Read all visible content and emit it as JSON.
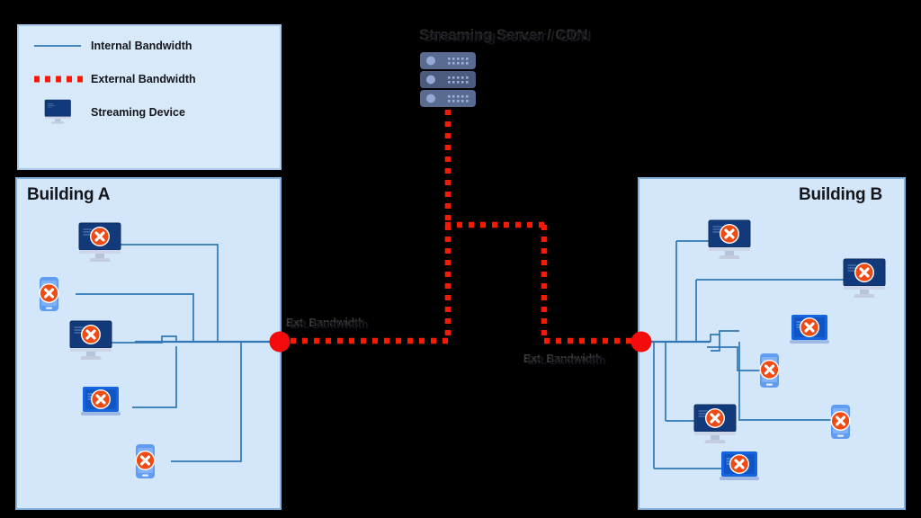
{
  "diagram": {
    "title": "Streaming bandwidth topology between two buildings",
    "colors": {
      "building_fill": "#d4e6f9",
      "building_border": "#7fb0de",
      "legend_fill": "#d8e9fa",
      "legend_border": "#a9c9e8",
      "internal_line": "#2f78b5",
      "external_line": "#f91a05",
      "node_red": "#f40b0b",
      "device_navy": "#123a7a",
      "device_blue": "#1565e0",
      "phone_blue": "#5f9cf2",
      "badge_orange": "#ee4b15",
      "server_slate": "#5a6b92",
      "background": "#000000"
    },
    "legend": {
      "items": [
        {
          "label": "Internal Bandwidth",
          "symbol": "solid-line",
          "color": "#2f78b5"
        },
        {
          "label": "External Bandwidth",
          "symbol": "dotted-line",
          "color": "#f91a05"
        },
        {
          "label": "Streaming Device",
          "symbol": "monitor-icon",
          "color": "#123a7a"
        }
      ]
    },
    "server": {
      "title": "Streaming Server / CDN",
      "icon": "server-rack-icon",
      "units": 3
    },
    "buildings": [
      {
        "id": "a",
        "title": "Building A",
        "edge_label": "Ext. Bandwidth",
        "devices": [
          {
            "type": "desktop",
            "status": "offline"
          },
          {
            "type": "phone",
            "status": "offline"
          },
          {
            "type": "desktop",
            "status": "offline"
          },
          {
            "type": "laptop",
            "status": "offline"
          },
          {
            "type": "phone",
            "status": "offline"
          }
        ]
      },
      {
        "id": "b",
        "title": "Building B",
        "edge_label": "Ext. Bandwidth",
        "devices": [
          {
            "type": "desktop",
            "status": "offline"
          },
          {
            "type": "desktop",
            "status": "offline"
          },
          {
            "type": "laptop",
            "status": "offline"
          },
          {
            "type": "phone",
            "status": "offline"
          },
          {
            "type": "desktop",
            "status": "offline"
          },
          {
            "type": "phone",
            "status": "offline"
          },
          {
            "type": "laptop",
            "status": "offline"
          }
        ]
      }
    ],
    "device_status_badge": "x-mark"
  }
}
